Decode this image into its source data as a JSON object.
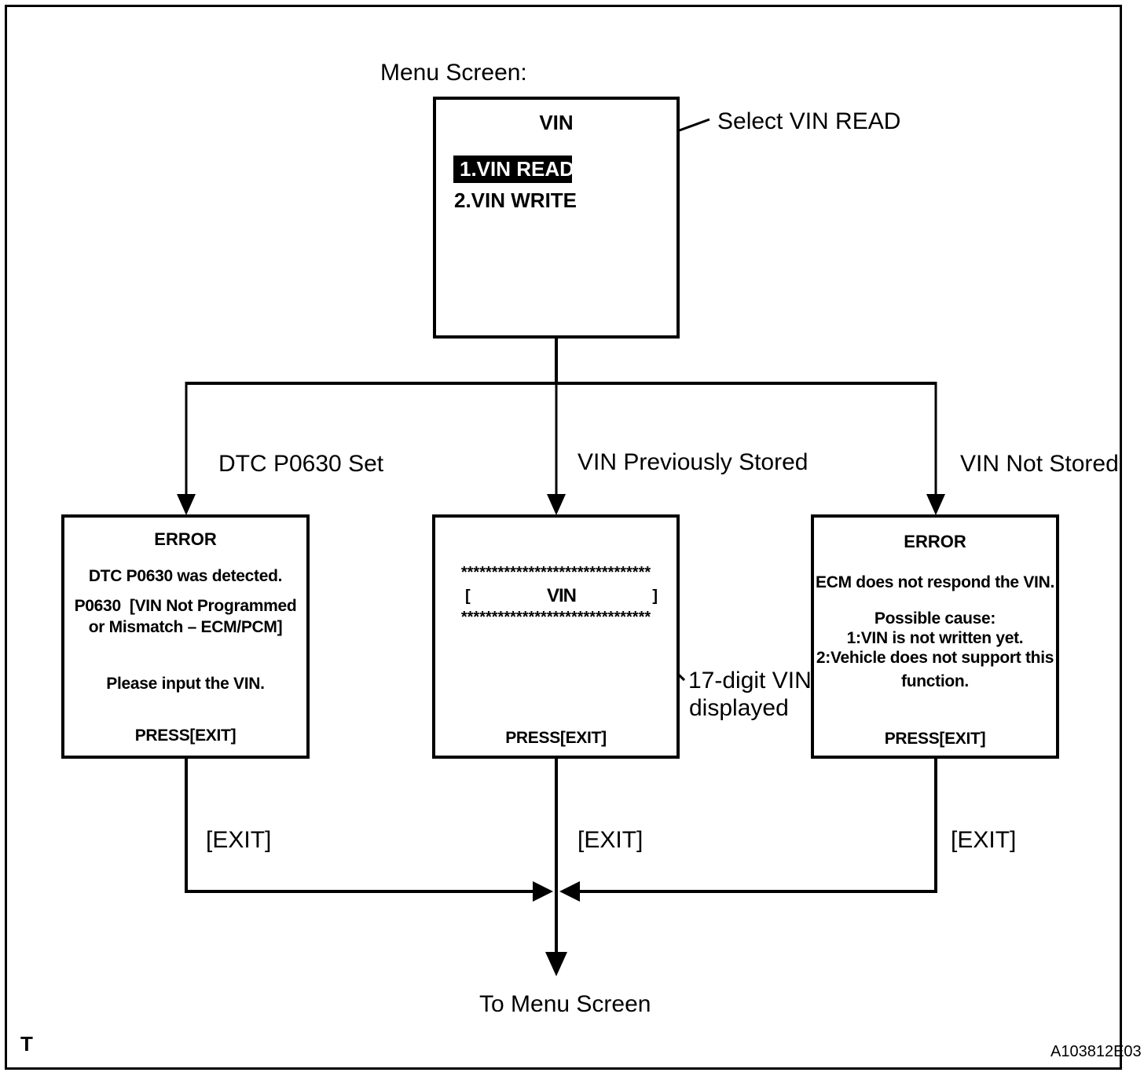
{
  "colors": {
    "foreground": "#000000",
    "background": "#ffffff",
    "highlight_bg": "#000000",
    "highlight_text": "#ffffff"
  },
  "menu": {
    "caption": "Menu Screen:",
    "screen_title": "VIN",
    "item1": "1.VIN READ",
    "item2": "2.VIN WRITE",
    "annotation": "Select VIN READ"
  },
  "branches": {
    "left": {
      "condition": "DTC P0630 Set",
      "exit_label": "[EXIT]",
      "screen": {
        "title": "ERROR",
        "line1": "DTC P0630 was detected.",
        "line2": "P0630  [VIN Not Programmed",
        "line3": "or Mismatch – ECM/PCM]",
        "line4": "Please input the VIN.",
        "press": "PRESS[EXIT]"
      }
    },
    "middle": {
      "condition": "VIN Previously Stored",
      "exit_label": "[EXIT]",
      "screen": {
        "stars_top": "*******************************",
        "bracket_open": "[",
        "vin_label": "VIN",
        "bracket_close": "]",
        "stars_bottom": "*******************************",
        "press": "PRESS[EXIT]"
      },
      "annotation_line1": "17-digit VIN",
      "annotation_line2": "displayed"
    },
    "right": {
      "condition": "VIN Not Stored",
      "exit_label": "[EXIT]",
      "screen": {
        "title": "ERROR",
        "line1": "ECM does not respond the VIN.",
        "line2": "Possible cause:",
        "line3": "1:VIN is not written yet.",
        "line4": "2:Vehicle does not support this",
        "line5": "function.",
        "press": "PRESS[EXIT]"
      }
    }
  },
  "footer": {
    "to_menu": "To Menu Screen",
    "page_letter": "T",
    "figure_code": "A103812E03"
  }
}
